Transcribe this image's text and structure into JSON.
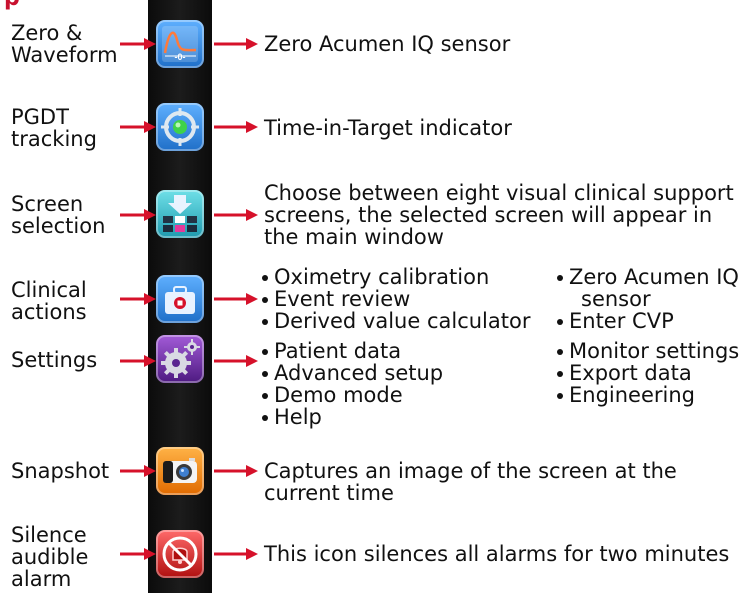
{
  "header_clip": "p",
  "rows": [
    {
      "label": "Zero & Waveform",
      "icon": "waveform-zero-icon",
      "description": "Zero Acumen IQ sensor"
    },
    {
      "label": "PGDT tracking",
      "icon": "target-crosshair-icon",
      "description": "Time-in-Target indicator"
    },
    {
      "label": "Screen selection",
      "icon": "screen-grid-icon",
      "description": "Choose between eight visual clinical support screens, the selected screen will appear in the main window"
    },
    {
      "label": "Clinical actions",
      "icon": "medical-case-icon",
      "bullets_left": [
        "Oximetry calibration",
        "Event review",
        "Derived value calculator"
      ],
      "bullets_right": [
        "Zero Acumen IQ",
        "sensor",
        "Enter CVP"
      ]
    },
    {
      "label": "Settings",
      "icon": "gears-icon",
      "bullets_left": [
        "Patient data",
        "Advanced setup",
        "Demo mode",
        "Help"
      ],
      "bullets_right": [
        "Monitor settings",
        "Export data",
        "Engineering"
      ]
    },
    {
      "label": "Snapshot",
      "icon": "camera-icon",
      "description": "Captures an image of the screen at the current time"
    },
    {
      "label": "Silence audible alarm",
      "icon": "bell-muted-icon",
      "description": "This icon silences all alarms for two minutes"
    }
  ],
  "colors": {
    "arrow": "#d6112a",
    "bar": "#111111",
    "blue_tile": "#1f7fd6",
    "teal_tile": "#2aa9b8",
    "purple_tile": "#6b2fa0",
    "orange_tile": "#f08a12",
    "red_tile": "#cc1f1f"
  },
  "text": {
    "zero_tile_glyph": "-0-"
  }
}
